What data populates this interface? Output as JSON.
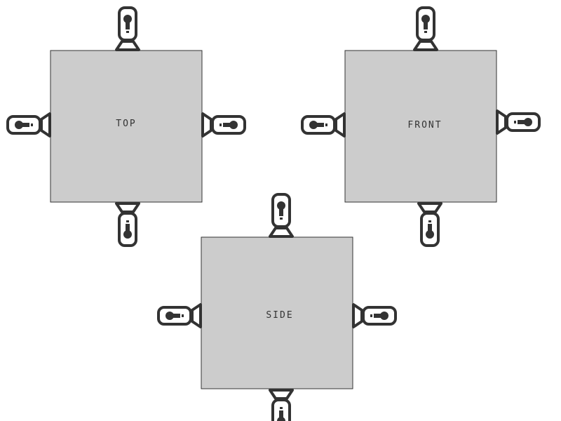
{
  "panels": [
    {
      "label": "TOP"
    },
    {
      "label": "FRONT"
    },
    {
      "label": "SIDE"
    }
  ],
  "colors": {
    "panel_fill": "#cccccc",
    "panel_stroke": "#333333",
    "light_stroke": "#333333",
    "light_fill": "#ffffff",
    "background": "#ffffff"
  },
  "icons": {
    "light": "light-bulb-icon"
  }
}
